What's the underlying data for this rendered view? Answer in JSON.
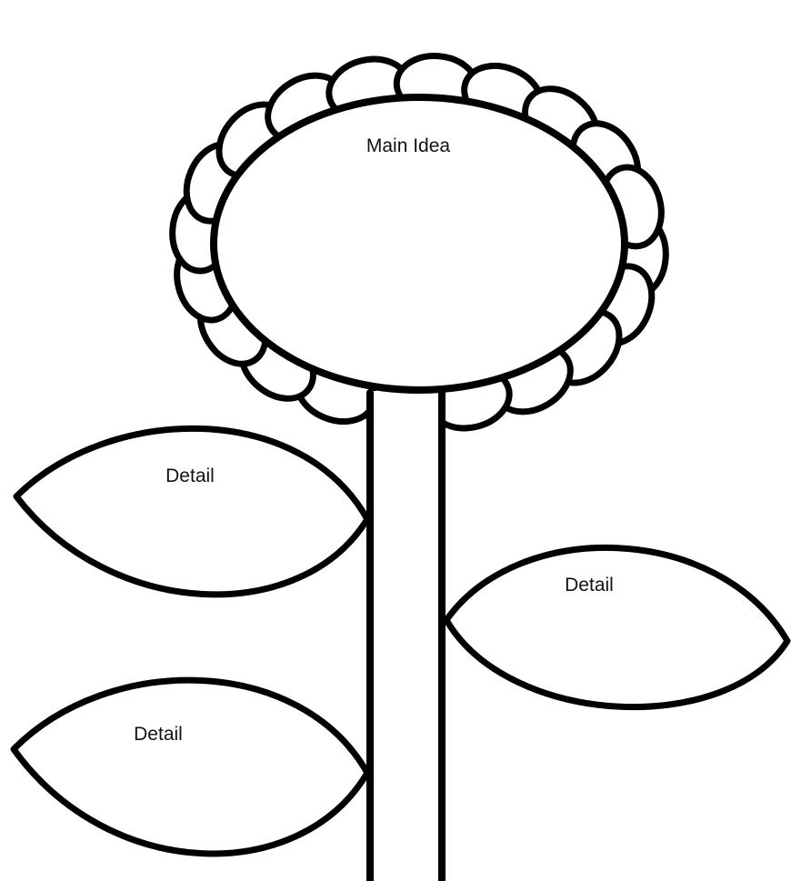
{
  "diagram": {
    "flower_center": {
      "label": "Main Idea"
    },
    "leaves": [
      {
        "label": "Detail"
      },
      {
        "label": "Detail"
      },
      {
        "label": "Detail"
      }
    ]
  },
  "colors": {
    "stroke": "#000000",
    "fill": "#ffffff",
    "text": "#111111"
  }
}
